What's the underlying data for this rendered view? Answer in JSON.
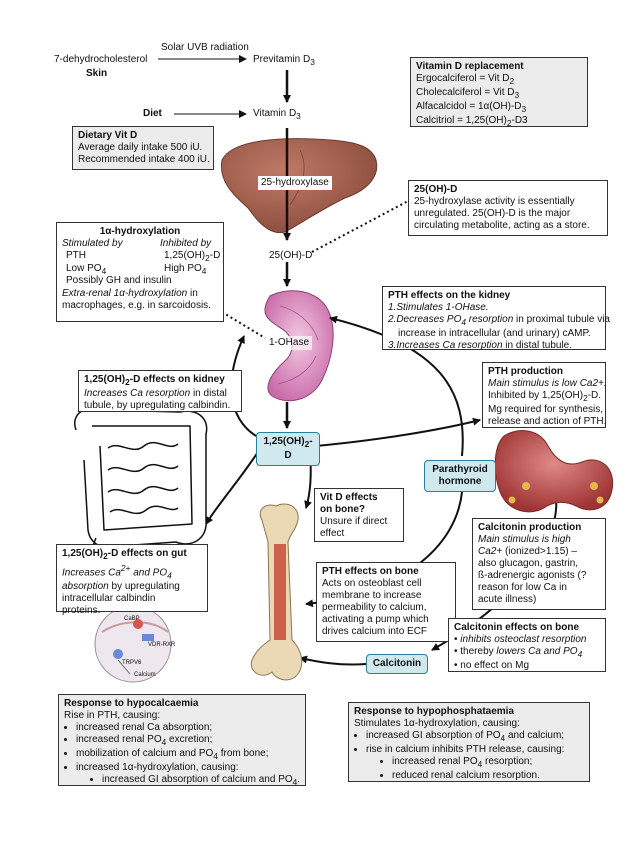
{
  "labels": {
    "solar_uvb": "Solar UVB radiation",
    "dehydro": "7-dehydrocholesterol",
    "skin": "Skin",
    "previtamin": "Previtamin D",
    "previtamin_sub": "3",
    "diet": "Diet",
    "vitamin_d3": "Vitamin D",
    "vitamin_d3_sub": "3",
    "hydroxylase_25": "25-hydroxylase",
    "oh_d_25": "25(OH)-D",
    "one_ohase": "1-OHase",
    "calcitriol_pill": "1,25(OH)",
    "calcitriol_pill_sub": "2",
    "calcitriol_pill_tail": "-D",
    "parathyroid_1": "Parathyroid",
    "parathyroid_2": "hormone",
    "calcitonin_pill": "Calcitonin",
    "inset_calbp": "CaBP",
    "inset_vdr": "VDR-RXR",
    "inset_trpv6": "TRPV6",
    "inset_calcium": "Calcium"
  },
  "vit_d_replacement": {
    "title": "Vitamin D replacement",
    "rows": [
      {
        "text": "Ergocalciferol = Vit D",
        "sub": "2",
        "tail": ""
      },
      {
        "text": "Cholecalciferol = Vit D",
        "sub": "3",
        "tail": ""
      },
      {
        "text": "Alfacalcidol = 1α(OH)-D",
        "sub": "3",
        "tail": ""
      },
      {
        "text": "Calcitriol = 1,25(OH)",
        "sub": "2",
        "tail": "-D3"
      }
    ]
  },
  "dietary_vit_d": {
    "title": "Dietary Vit D",
    "lines": [
      "Average daily intake 500 iU.",
      "Recommended intake 400 iU."
    ]
  },
  "oh_d_box": {
    "title": "25(OH)-D",
    "lines": [
      "25-hydroxylase activity is essentially",
      "unregulated. 25(OH)-D is the major",
      "circulating metabolite, acting as a store."
    ]
  },
  "hydroxylation": {
    "title": "1α-hydroxylation",
    "stim_head": "Stimulated by",
    "inhib_head": "Inhibited by",
    "stim_1": "PTH",
    "stim_2": "Low PO",
    "stim_2_sub": "4",
    "inhib_1": "1,25(OH)",
    "inhib_1_sub": "2",
    "inhib_1_tail": "-D",
    "inhib_2": "High PO",
    "inhib_2_sub": "4",
    "gh": "Possibly GH and insulin",
    "extra_1": "Extra-renal 1α-hydroxylation",
    "extra_1_tail": " in",
    "extra_2": "macrophages, e.g. in sarcoidosis."
  },
  "pth_kidney": {
    "title": "PTH effects on the kidney",
    "l1": "1.Stimulates 1-OHase.",
    "l2a": "2.Decreases PO",
    "l2sub": "4",
    "l2b": " resorption",
    "l2c": " in proximal tubule via",
    "l3": "increase in intracellular (and urinary) cAMP.",
    "l4a": "3.Increases Ca resorption",
    "l4b": " in distal tubule."
  },
  "calcitriol_kidney": {
    "title_a": "1,25(OH)",
    "title_sub": "2",
    "title_b": "-D effects on kidney",
    "l1a": "Increases Ca resorption",
    "l1b": " in distal",
    "l2": "tubule, by upregulating calbindin."
  },
  "pth_production": {
    "title": "PTH production",
    "l1": "Main stimulus is low Ca2+.",
    "l2": "Inhibited by 1,25(OH)",
    "l2sub": "2",
    "l2tail": "-D.",
    "l3": "Mg required for synthesis,",
    "l4": "release and action of PTH."
  },
  "vit_d_bone": {
    "title_1": "Vit D effects",
    "title_2": "on bone?",
    "l1": "Unsure if direct",
    "l2": "effect"
  },
  "calcitonin_production": {
    "title": "Calcitonin production",
    "l1": "Main stimulus is high",
    "l2a": "Ca2+",
    "l2b": " (ionized>1.15) –",
    "l3": "also glucagon, gastrin,",
    "l4": "ß-adrenergic agonists (?",
    "l5": "reason for low Ca in",
    "l6": "acute illness)"
  },
  "calcitriol_gut": {
    "title_a": "1,25(OH)",
    "title_sub": "2",
    "title_b": "-D effects on gut",
    "l1a": "Increases Ca",
    "l1sup": "2+",
    "l1b": " and PO",
    "l1sub": "4",
    "l2a": "absorption",
    "l2b": " by upregulating",
    "l3": "intracellular calbindin",
    "l4": "proteins."
  },
  "pth_bone": {
    "title": "PTH effects on bone",
    "lines": [
      "Acts on osteoblast cell",
      "membrane to increase",
      "permeability to calcium,",
      "activating a pump which",
      "drives calcium into ECF"
    ]
  },
  "calcitonin_bone": {
    "title": "Calcitonin effects on bone",
    "b1": "inhibits osteoclast resorption",
    "b2a": "thereby ",
    "b2b": "lowers Ca and PO",
    "b2sub": "4",
    "b3": "no effect on Mg"
  },
  "hypocalcaemia": {
    "title": "Response to hypocalcaemia",
    "intro": "Rise in PTH, causing:",
    "b1": "increased renal Ca absorption;",
    "b2a": "increased renal PO",
    "b2sub": "4",
    "b2b": " excretion;",
    "b3a": "mobilization of calcium and PO",
    "b3sub": "4",
    "b3b": " from bone;",
    "b4": "increased 1α-hydroxylation, causing:",
    "s1a": "increased GI absorption of calcium and PO",
    "s1sub": "4",
    "s1b": "."
  },
  "hypophosphataemia": {
    "title": "Response to hypophosphataemia",
    "intro": "Stimulates 1α-hydroxylation, causing:",
    "b1a": "increased GI absorption of PO",
    "b1sub": "4",
    "b1b": " and calcium;",
    "b2": "rise in calcium inhibits PTH release, causing:",
    "s1a": "increased renal PO",
    "s1sub": "4",
    "s1b": " resorption;",
    "s2": "reduced renal calcium resorption."
  },
  "colors": {
    "liver": "#9c5a49",
    "kidney": "#c86aa8",
    "thyroid": "#b44a4a",
    "pill": "#cfe9ef",
    "grey_box": "#ececec"
  },
  "icons": [
    "liver-icon",
    "kidney-icon",
    "intestine-icon",
    "thyroid-icon",
    "femur-icon",
    "enterocyte-inset-icon"
  ]
}
